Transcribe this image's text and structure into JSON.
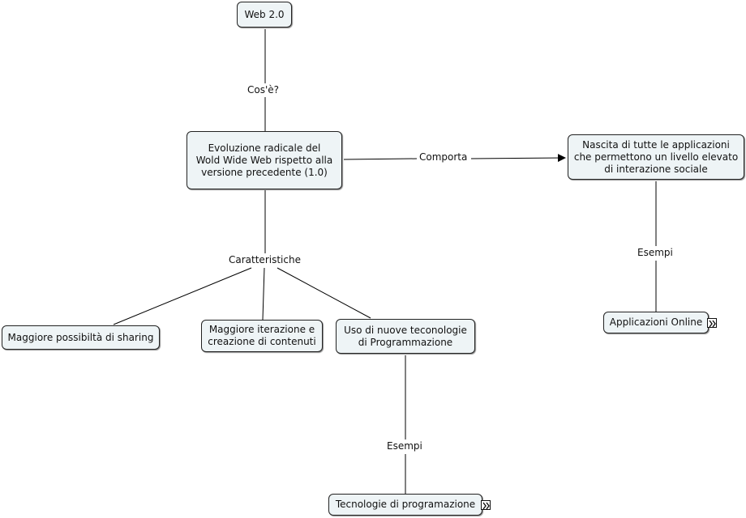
{
  "nodes": {
    "web20": "Web 2.0",
    "evoluzione": "Evoluzione radicale del\nWold Wide Web rispetto alla\nversione precedente (1.0)",
    "nascita": "Nascita di tutte le applicazioni\nche permettono un livello elevato\ndi interazione sociale",
    "applicazioni_online": "Applicazioni Online",
    "sharing": "Maggiore possibiltà di sharing",
    "iterazione": "Maggiore iterazione e\ncreazione di contenuti",
    "tecnologie": "Uso di nuove teconologie\ndi Programmazione",
    "tecnologie_prog": "Tecnologie di programazione"
  },
  "links": {
    "cose": "Cos'è?",
    "comporta": "Comporta",
    "esempi_right": "Esempi",
    "caratteristiche": "Caratteristiche",
    "esempi_bottom": "Esempi"
  },
  "icons": {
    "applicazioni_resource": "resource-link-icon",
    "tecnologie_resource": "resource-link-icon"
  },
  "colors": {
    "node_fill": "#eef4f6",
    "node_border": "#222222",
    "line": "#000000"
  }
}
